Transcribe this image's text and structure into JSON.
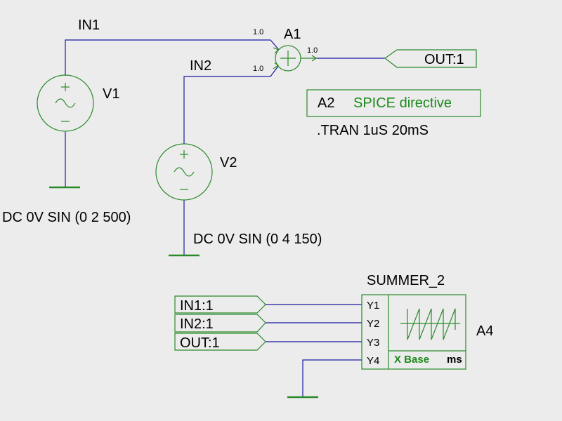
{
  "nets": {
    "in1": "IN1",
    "in2": "IN2"
  },
  "sources": {
    "v1": {
      "name": "V1",
      "spec": "DC 0V SIN (0 2 500)"
    },
    "v2": {
      "name": "V2",
      "spec": "DC 0V SIN (0 4 150)"
    }
  },
  "summer": {
    "name": "A1",
    "gain_in1": "1.0",
    "gain_in2": "1.0",
    "gain_out": "1.0"
  },
  "output_port": "OUT:1",
  "directive": {
    "name": "A2",
    "label": "SPICE directive",
    "text": ".TRAN 1uS 20mS"
  },
  "scope": {
    "model": "SUMMER_2",
    "name": "A4",
    "inputs": [
      {
        "port": "IN1:1",
        "pin": "Y1"
      },
      {
        "port": "IN2:1",
        "pin": "Y2"
      },
      {
        "port": "OUT:1",
        "pin": "Y3"
      },
      {
        "port": "",
        "pin": "Y4"
      }
    ],
    "xbase_label": "X Base",
    "xbase_unit": "ms"
  },
  "colors": {
    "wire": "#1a1aa0",
    "component": "#2a8a2a",
    "background": "#ececec"
  }
}
